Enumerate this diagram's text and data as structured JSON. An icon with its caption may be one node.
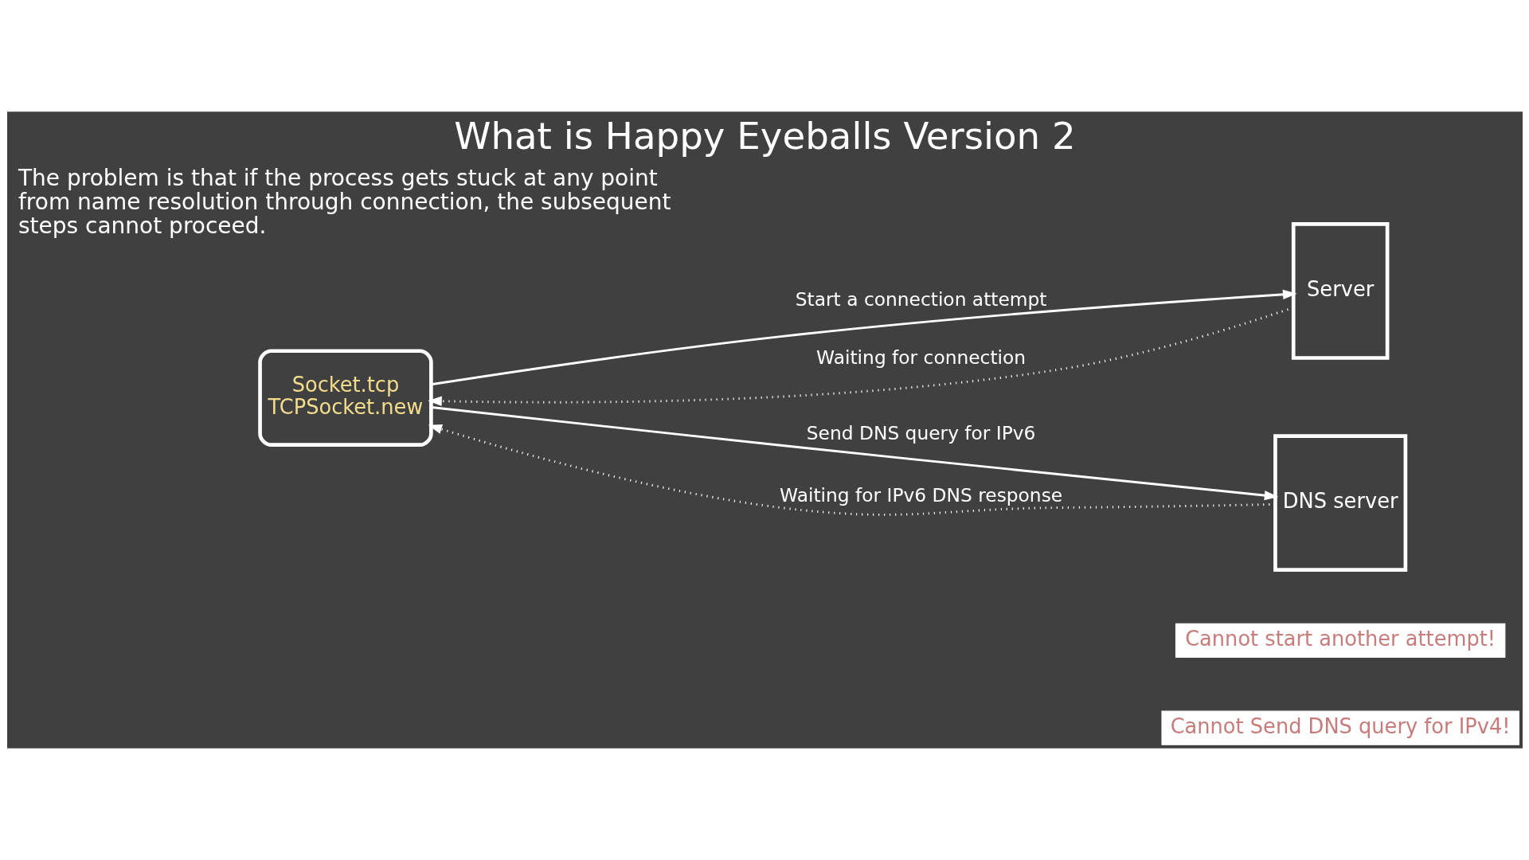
{
  "diagram": {
    "title": "What is Happy Eyeballs Version 2",
    "nodes": [
      {
        "text": [
          "Socket.tcp",
          "TCPSocket.new"
        ]
      },
      {
        "text": [
          "Server"
        ]
      },
      {
        "text": [
          "DNS server"
        ]
      }
    ],
    "edges": [
      {
        "from": 0,
        "to": 1,
        "arrow": "to",
        "label": "Start a connection attempt"
      },
      {
        "from": 1,
        "to": 0,
        "arrow": "to",
        "label": "Waiting for connection",
        "style": "dashed"
      },
      {
        "from": 0,
        "to": 2,
        "arrow": "to",
        "label": "Send DNS query for IPv6"
      },
      {
        "from": 2,
        "to": 0,
        "arrow": "to",
        "label": "Waiting for IPv6 DNS response",
        "style": "dashed"
      }
    ],
    "labels": [
      "The problem is that if the process gets stuck at any point from name resolution through connection, the subsequent steps cannot proceed.",
      "Cannot start another attempt!",
      "Cannot Send DNS query for IPv4!"
    ]
  }
}
